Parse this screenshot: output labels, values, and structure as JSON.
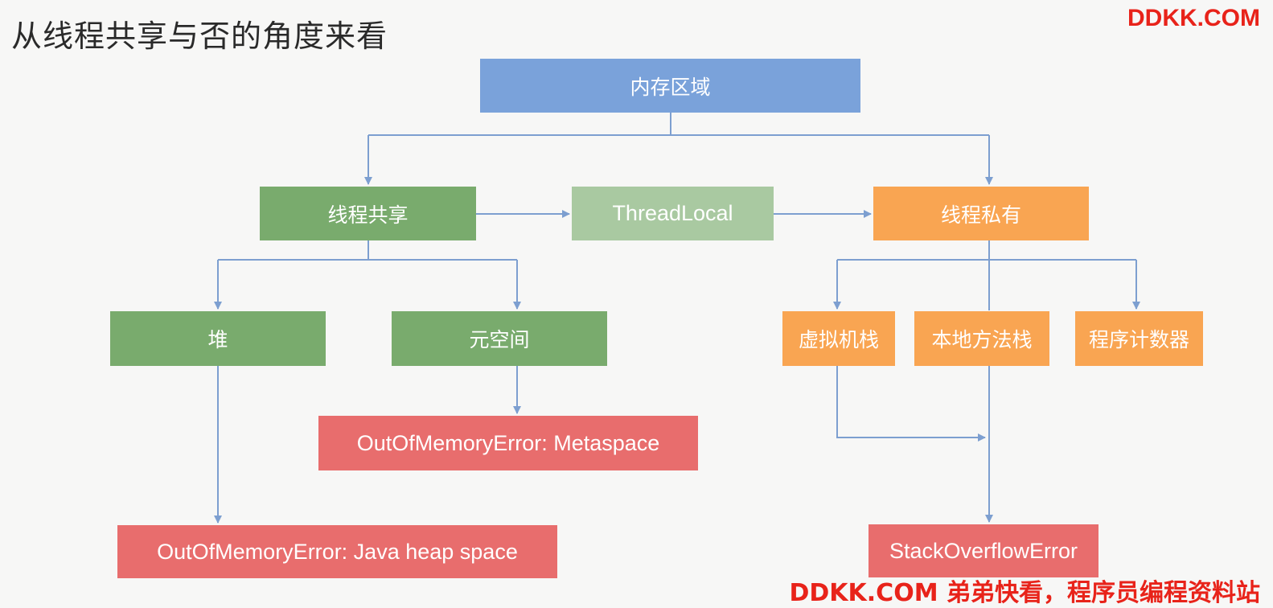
{
  "title": "从线程共享与否的角度来看",
  "watermark": {
    "top": "DDKK.COM",
    "bottom": "DDKK.COM 弟弟快看，程序员编程资料站"
  },
  "colors": {
    "root": "#7aa2da",
    "shared": "#79ab6d",
    "threadlocal": "#a9c9a1",
    "private": "#f9a552",
    "error": "#e86d6d",
    "connector": "#7d9fd0",
    "watermark": "#e8231a"
  },
  "nodes": {
    "memory_area": "内存区域",
    "thread_shared": "线程共享",
    "thread_local": "ThreadLocal",
    "thread_private": "线程私有",
    "heap": "堆",
    "metaspace": "元空间",
    "vm_stack": "虚拟机栈",
    "native_method_stack": "本地方法栈",
    "program_counter": "程序计数器",
    "oom_metaspace": "OutOfMemoryError: Metaspace",
    "oom_heap": "OutOfMemoryError: Java heap space",
    "stack_overflow": "StackOverflowError"
  }
}
